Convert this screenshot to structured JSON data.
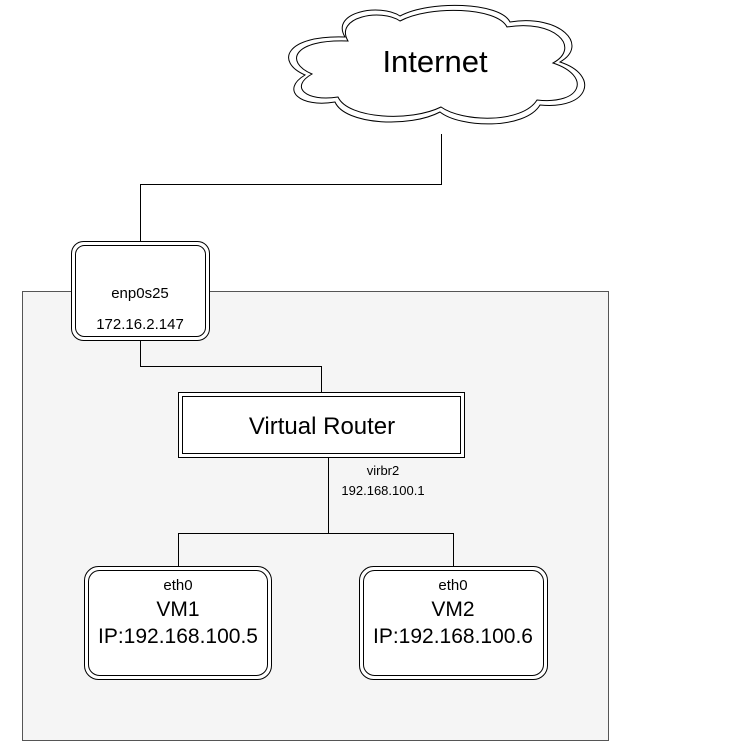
{
  "internet": {
    "label": "Internet"
  },
  "host_interface": {
    "name": "enp0s25",
    "ip": "172.16.2.147"
  },
  "router": {
    "label": "Virtual Router",
    "bridge_name": "virbr2",
    "bridge_ip": "192.168.100.1"
  },
  "vms": [
    {
      "iface": "eth0",
      "name": "VM1",
      "ip": "IP:192.168.100.5"
    },
    {
      "iface": "eth0",
      "name": "VM2",
      "ip": "IP:192.168.100.6"
    }
  ],
  "colors": {
    "host_area_fill": "#f5f5f5",
    "stroke": "#000000",
    "box_fill": "#ffffff"
  }
}
